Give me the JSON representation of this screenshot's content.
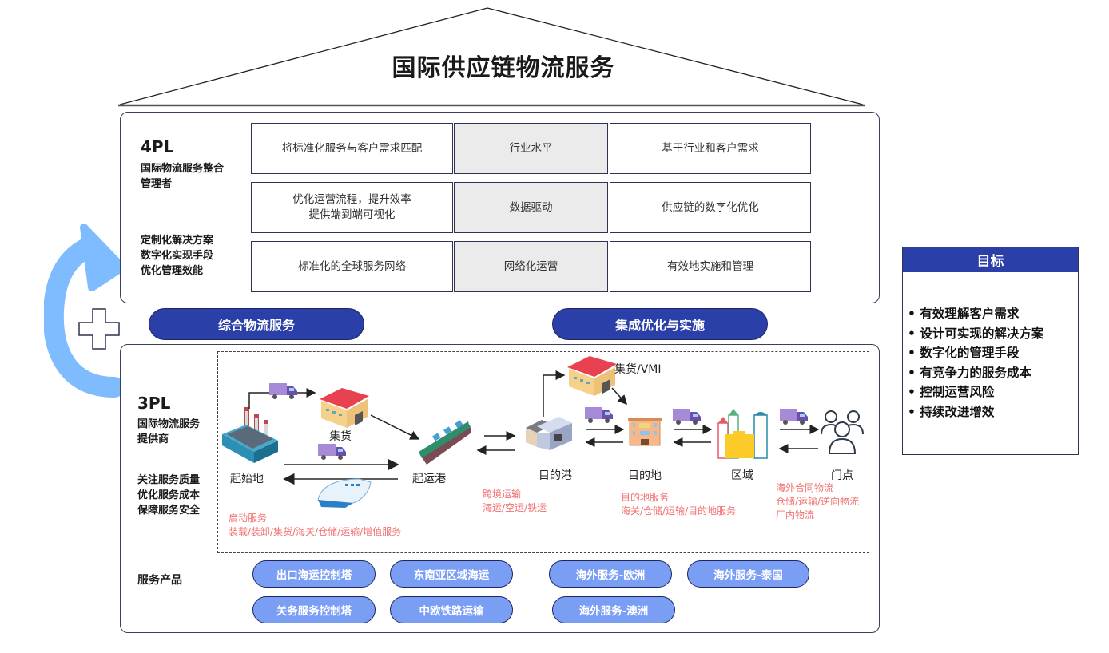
{
  "title": "国际供应链物流服务",
  "pl4": {
    "level": "4PL",
    "role_lines": [
      "国际物流服务整合",
      "管理者"
    ],
    "focus_lines": [
      "定制化解决方案",
      "数字化实现手段",
      "优化管理效能"
    ],
    "rows": [
      {
        "left": "将标准化服务与客户需求匹配",
        "mid": "行业水平",
        "right": "基于行业和客户需求"
      },
      {
        "left": "优化运营流程，提升效率\n提供端到端可视化",
        "left_lines": [
          "优化运营流程，提升效率",
          "提供端到端可视化"
        ],
        "mid": "数据驱动",
        "right": "供应链的数字化优化"
      },
      {
        "left": "标准化的全球服务网络",
        "mid": "网络化运营",
        "right": "有效地实施和管理"
      }
    ]
  },
  "bridge": {
    "left_pill": "综合物流服务",
    "right_pill": "集成优化与实施",
    "plus_icon": "plus-icon",
    "cycle_arrow_icon": "curved-arrow-icon"
  },
  "pl3": {
    "level": "3PL",
    "role_lines": [
      "国际物流服务",
      "提供商"
    ],
    "focus_lines": [
      "关注服务质量",
      "优化服务成本",
      "保障服务安全"
    ],
    "flow": {
      "nodes": [
        {
          "id": "origin",
          "label": "起始地",
          "icon": "factory-icon"
        },
        {
          "id": "consolidation",
          "label": "集货",
          "icon": "warehouse-icon"
        },
        {
          "id": "departure_port",
          "label": "起运港",
          "icon": "cargo-ship-icon"
        },
        {
          "id": "destination_port",
          "label": "目的港",
          "icon": "port-building-icon"
        },
        {
          "id": "vmi",
          "label": "集货/VMI",
          "icon": "warehouse-icon"
        },
        {
          "id": "destination",
          "label": "目的地",
          "icon": "office-building-icon"
        },
        {
          "id": "region",
          "label": "区域",
          "icon": "city-buildings-icon"
        },
        {
          "id": "door",
          "label": "门点",
          "icon": "people-icon"
        }
      ],
      "services": [
        {
          "lines": [
            "启动服务",
            "装载/装卸/集货/海关/仓储/运输/增值服务"
          ]
        },
        {
          "lines": [
            "跨境运输",
            "海运/空运/铁运"
          ]
        },
        {
          "lines": [
            "目的地服务",
            "海关/仓储/运输/目的地服务"
          ]
        },
        {
          "lines": [
            "海外合同物流",
            "仓储/运输/逆向物流",
            "厂内物流"
          ]
        }
      ]
    },
    "products_label": "服务产品",
    "products": [
      "出口海运控制塔",
      "东南亚区域海运",
      "海外服务-欧洲",
      "海外服务-泰国",
      "关务服务控制塔",
      "中欧铁路运输",
      "海外服务-澳洲"
    ]
  },
  "goals": {
    "header": "目标",
    "items": [
      "有效理解客户需求",
      "设计可实现的解决方案",
      "数字化的管理手段",
      "有竞争力的服务成本",
      "控制运营风险",
      "持续改进增效"
    ]
  },
  "colors": {
    "pill_dark": "#2b3fa8",
    "pill_light": "#7b9ef5",
    "service_text": "#f07272",
    "arrow_blue": "#7fbcff",
    "mid_cell": "#ebebeb"
  }
}
